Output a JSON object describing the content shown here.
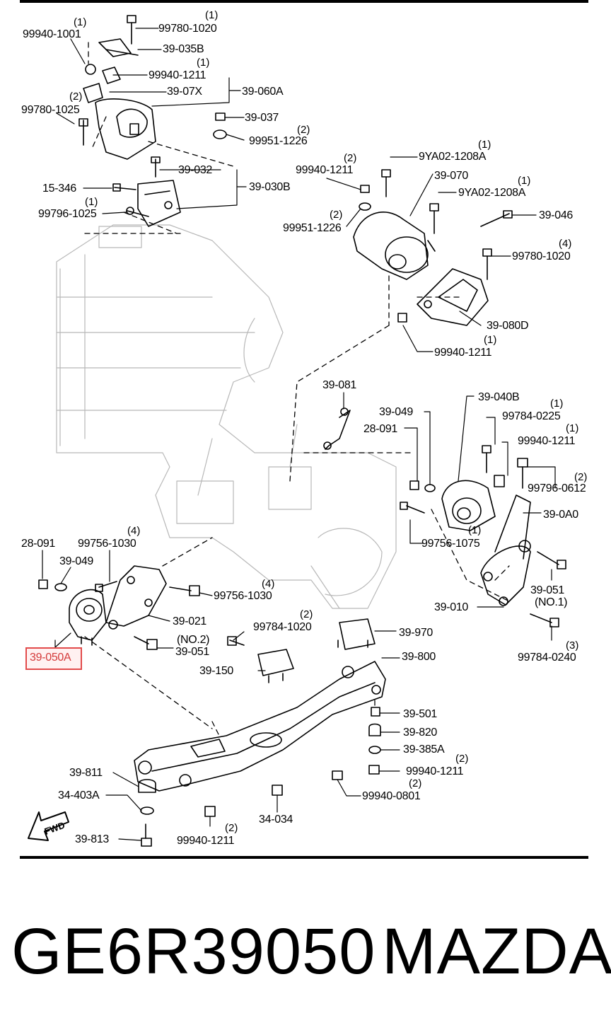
{
  "part_number": "GE6R39050",
  "brand": "MAZDA",
  "highlighted_part": "39-050A",
  "direction_label": "FWD",
  "labels": {
    "l99940_1001": "99940-1001",
    "l99780_1020_top": "99780-1020",
    "l39_035B": "39-035B",
    "l99940_1211_a": "99940-1211",
    "l39_07X": "39-07X",
    "l39_060A": "39-060A",
    "l99780_1025": "99780-1025",
    "l39_037": "39-037",
    "l99951_1226_a": "99951-1226",
    "l39_032": "39-032",
    "l15_346": "15-346",
    "l39_030B": "39-030B",
    "l99796_1025": "99796-1025",
    "l9YA02_1208A_a": "9YA02-1208A",
    "l99940_1211_b": "99940-1211",
    "l39_070": "39-070",
    "l9YA02_1208A_b": "9YA02-1208A",
    "l99951_1226_b": "99951-1226",
    "l39_046": "39-046",
    "l99780_1020_r": "99780-1020",
    "l39_080D": "39-080D",
    "l99940_1211_c": "99940-1211",
    "l39_081": "39-081",
    "l39_040B": "39-040B",
    "l39_049_r": "39-049",
    "l99784_0225": "99784-0225",
    "l28_091_r": "28-091",
    "l99940_1211_d": "99940-1211",
    "l99796_0612": "99796-0612",
    "l39_0A0": "39-0A0",
    "l99756_1075": "99756-1075",
    "l28_091_l": "28-091",
    "l99756_1030_a": "99756-1030",
    "l39_049_l": "39-049",
    "l99756_1030_b": "99756-1030",
    "l39_051_r": "39-051",
    "l_no1": "(NO.1)",
    "l39_010": "39-010",
    "l39_021": "39-021",
    "l99784_1020": "99784-1020",
    "l39_970": "39-970",
    "l_no2": "(NO.2)",
    "l39_051_l": "39-051",
    "l39_150": "39-150",
    "l39_800": "39-800",
    "l99784_0240": "99784-0240",
    "l39_501": "39-501",
    "l39_820": "39-820",
    "l39_385A": "39-385A",
    "l99940_1211_e": "99940-1211",
    "l39_811": "39-811",
    "l34_403A": "34-403A",
    "l99940_0801": "99940-0801",
    "l34_034": "34-034",
    "l39_813": "39-813",
    "l99940_1211_f": "99940-1211"
  },
  "quantities": {
    "q1": "(1)",
    "q2": "(2)",
    "q3": "(3)",
    "q4": "(4)"
  }
}
